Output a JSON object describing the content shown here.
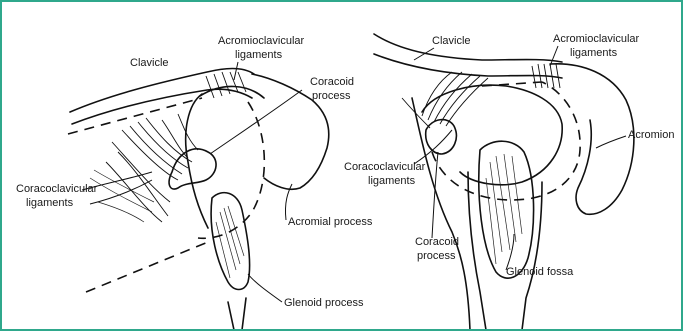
{
  "left_view": {
    "clavicle": "Clavicle",
    "acromioclavicular_line1": "Acromioclavicular",
    "acromioclavicular_line2": "ligaments",
    "coracoid_line1": "Coracoid",
    "coracoid_line2": "process",
    "coracoclavicular_line1": "Coracoclavicular",
    "coracoclavicular_line2": "ligaments",
    "acromial_process": "Acromial process",
    "glenoid_process": "Glenoid process"
  },
  "right_view": {
    "clavicle": "Clavicle",
    "acromioclavicular_line1": "Acromioclavicular",
    "acromioclavicular_line2": "ligaments",
    "acromion": "Acromion",
    "coracoclavicular_line1": "Coracoclavicular",
    "coracoclavicular_line2": "ligaments",
    "coracoid_line1": "Coracoid",
    "coracoid_line2": "process",
    "glenoid_fossa": "Glenoid fossa"
  },
  "colors": {
    "frame_border": "#2fa88c",
    "ink": "#111111"
  }
}
